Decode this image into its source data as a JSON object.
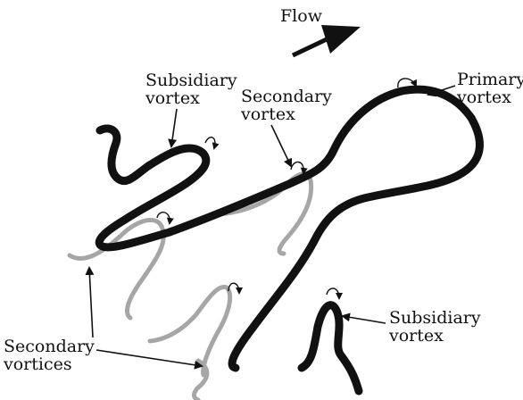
{
  "labels": {
    "flow": "Flow",
    "subsidiary_top": [
      "Subsidiary",
      "vortex"
    ],
    "secondary_top": [
      "Secondary",
      "vortex"
    ],
    "primary": [
      "Primary",
      "vortex"
    ],
    "subsidiary_bottom": [
      "Subsidiary",
      "vortex"
    ],
    "secondary_bottom": [
      "Secondary",
      "vortices"
    ]
  },
  "colors": {
    "primary_tube": "#111111",
    "secondary_tube": "#a6a6a6",
    "text": "#111111",
    "background": "#ffffff"
  }
}
